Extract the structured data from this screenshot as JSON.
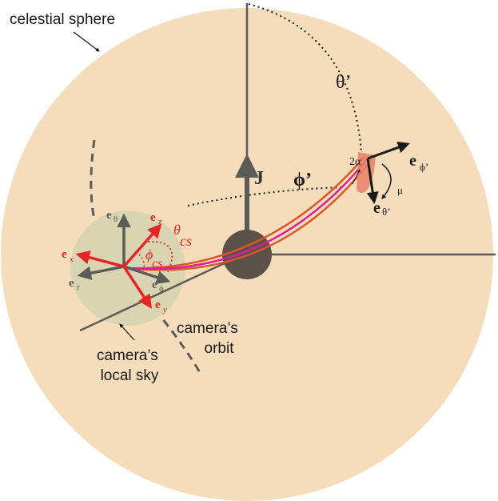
{
  "labels": {
    "celestial_sphere": "celestial sphere",
    "theta_prime": "θ’",
    "phi_prime": "ϕ’",
    "J": "J",
    "mu": "μ",
    "two_alpha": "2α",
    "camera_orbit_line1": "camera’s",
    "camera_orbit_line2": "orbit",
    "camera_local_sky_line1": "camera’s",
    "camera_local_sky_line2": "local sky",
    "theta_cs": "θ",
    "phi_cs": "ϕ",
    "cs_subscript": "cs"
  },
  "vectors": {
    "e_x": "x",
    "e_y": "y",
    "e_z": "z",
    "e_theta": "θ",
    "e_phi": "ϕ",
    "e_r": "r",
    "e_phi_prime": "ϕ’",
    "e_theta_prime": "θ’",
    "base": "e"
  },
  "colors": {
    "sphere": "#f5dcbb",
    "local_sky": "#d9d5b3",
    "black_hole": "#5b5148",
    "gray": "#5d5b58",
    "red": "#e32626",
    "orange": "#e0542a",
    "magenta": "#d6229a",
    "dark": "#1a1a1a"
  }
}
